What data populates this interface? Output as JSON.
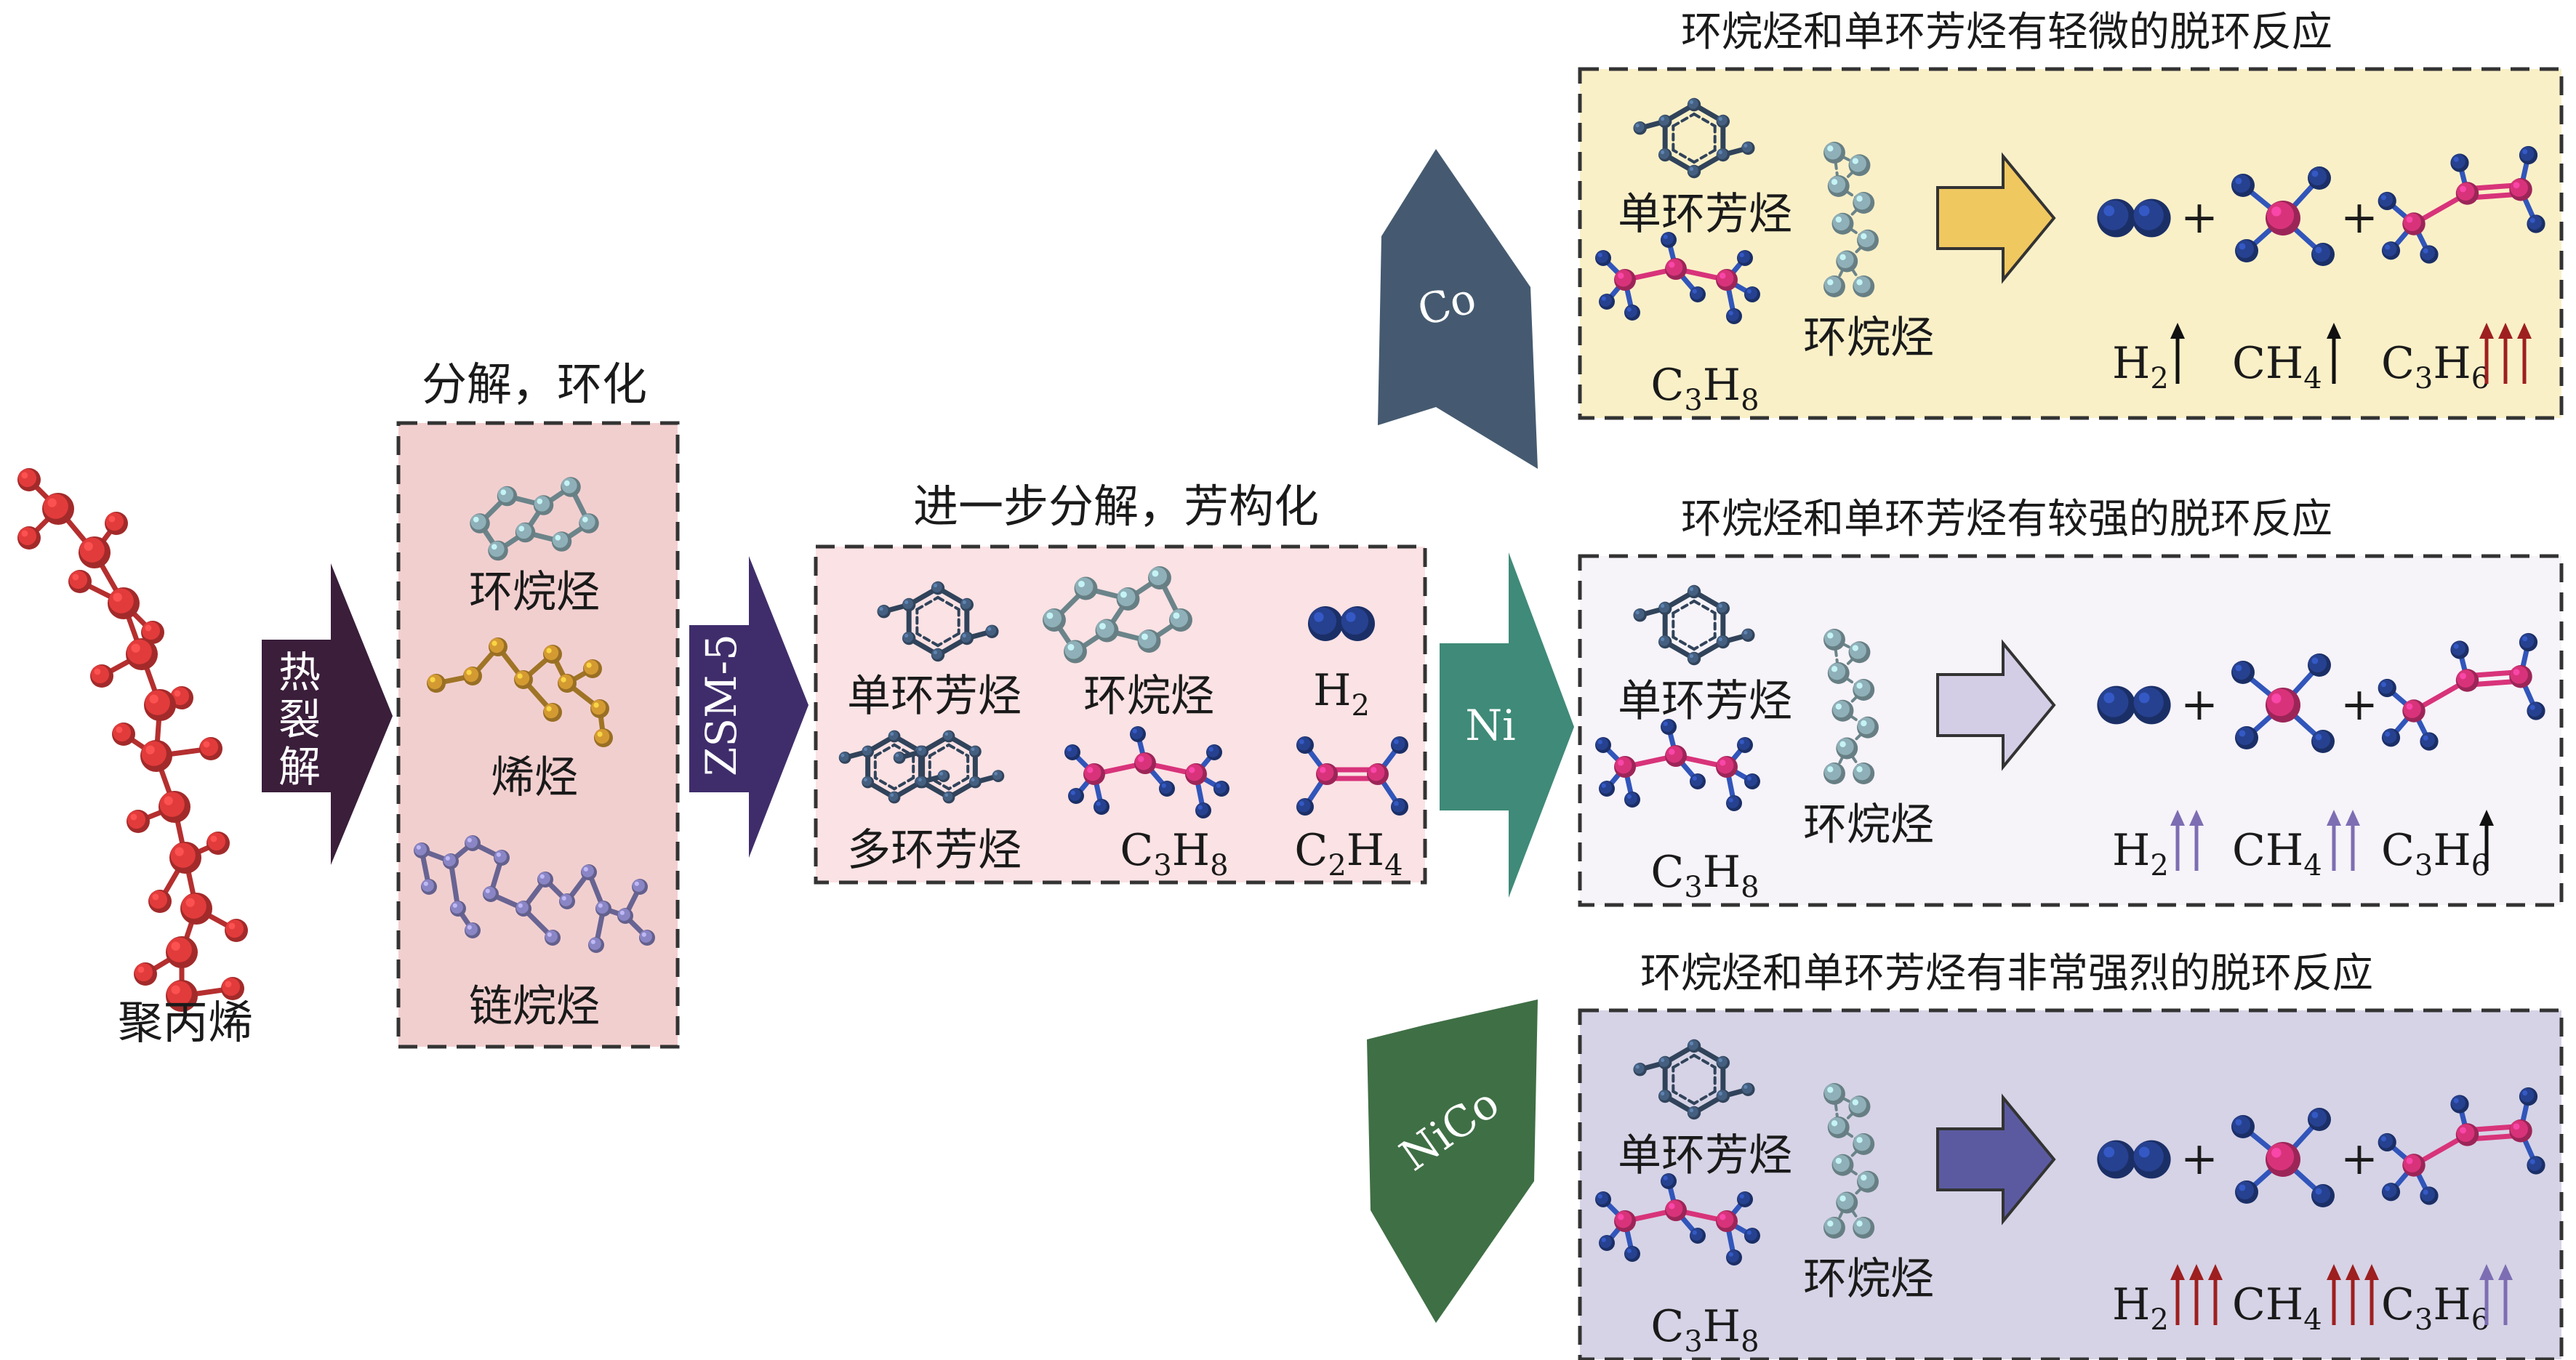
{
  "colors": {
    "polymer": "#e23b3b",
    "pyrolysis_arrow": "#3a1e3a",
    "zsm5_arrow": "#3f2d6b",
    "co_arrow": "#455a70",
    "ni_arrow": "#3f8a78",
    "nico_arrow": "#3f6f45",
    "box_stage1": "#f2cfcf",
    "box_stage2": "#fbe2e4",
    "box_co": "#faf0c8",
    "box_ni": "#f6f3f9",
    "box_nico": "#d6d3e6",
    "arrow_co": "#f0c860",
    "arrow_ni": "#d4cde6",
    "arrow_nico": "#5b5aa0",
    "cyclo_atom": "#8fb0b8",
    "olefin_atom": "#d49a32",
    "chain_atom": "#8a85c4",
    "aromatic_atom": "#445f80",
    "h_atom": "#26418f",
    "c_atom": "#d8337a",
    "up_black": "#111111",
    "up_red": "#9e1f1f",
    "up_purple": "#7d6eb3"
  },
  "polymer": {
    "label": "聚丙烯"
  },
  "pyrolysis": {
    "label_1": "热",
    "label_2": "裂",
    "label_3": "解"
  },
  "stage1": {
    "title": "分解，环化",
    "items": [
      "环烷烃",
      "烯烃",
      "链烷烃"
    ]
  },
  "zsm5": {
    "label": "ZSM-5"
  },
  "stage2": {
    "title": "进一步分解，芳构化",
    "monoaromatic": "单环芳烃",
    "cycloalkane": "环烷烃",
    "polyaromatic": "多环芳烃",
    "h2": {
      "main": "H",
      "sub": "2"
    },
    "c3h8": {
      "c": "C",
      "c_sub": "3",
      "h": "H",
      "h_sub": "8"
    },
    "c2h4": {
      "c": "C",
      "c_sub": "2",
      "h": "H",
      "h_sub": "4"
    }
  },
  "catalysts": [
    {
      "label": "Co",
      "title": "环烷烃和单环芳烃有轻微的脱环反应",
      "monoaromatic": "单环芳烃",
      "cycloalkane": "环烷烃",
      "c3h8": {
        "c": "C",
        "c_sub": "3",
        "h": "H",
        "h_sub": "8"
      },
      "products": [
        {
          "main": "H",
          "sub": "2",
          "arrows": 1,
          "tone": "black"
        },
        {
          "main": "CH",
          "sub": "4",
          "arrows": 1,
          "tone": "black"
        },
        {
          "main": "C",
          "sub": "3",
          "main2": "H",
          "sub2": "6",
          "arrows": 3,
          "tone": "red"
        }
      ]
    },
    {
      "label": "Ni",
      "title": "环烷烃和单环芳烃有较强的脱环反应",
      "monoaromatic": "单环芳烃",
      "cycloalkane": "环烷烃",
      "c3h8": {
        "c": "C",
        "c_sub": "3",
        "h": "H",
        "h_sub": "8"
      },
      "products": [
        {
          "main": "H",
          "sub": "2",
          "arrows": 2,
          "tone": "purple"
        },
        {
          "main": "CH",
          "sub": "4",
          "arrows": 2,
          "tone": "purple"
        },
        {
          "main": "C",
          "sub": "3",
          "main2": "H",
          "sub2": "6",
          "arrows": 1,
          "tone": "black"
        }
      ]
    },
    {
      "label": "NiCo",
      "title": "环烷烃和单环芳烃有非常强烈的脱环反应",
      "monoaromatic": "单环芳烃",
      "cycloalkane": "环烷烃",
      "c3h8": {
        "c": "C",
        "c_sub": "3",
        "h": "H",
        "h_sub": "8"
      },
      "products": [
        {
          "main": "H",
          "sub": "2",
          "arrows": 3,
          "tone": "red"
        },
        {
          "main": "CH",
          "sub": "4",
          "arrows": 3,
          "tone": "red"
        },
        {
          "main": "C",
          "sub": "3",
          "main2": "H",
          "sub2": "6",
          "arrows": 2,
          "tone": "purple"
        }
      ]
    }
  ],
  "plus_sign": "+"
}
